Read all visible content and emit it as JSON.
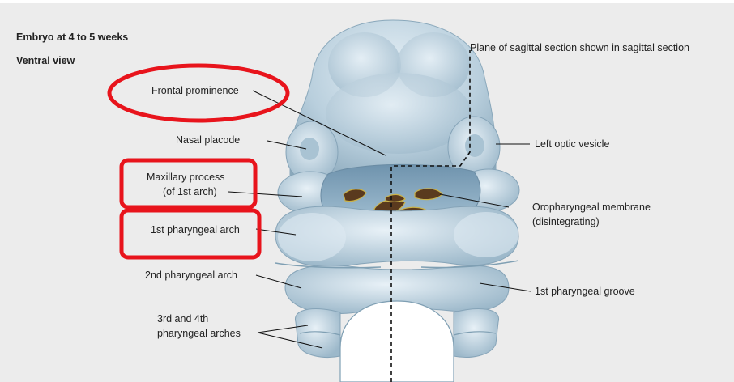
{
  "figure": {
    "title": "Embryo at 4 to 5 weeks",
    "subtitle": "Ventral view"
  },
  "labels": {
    "frontal_prominence": "Frontal prominence",
    "nasal_placode": "Nasal placode",
    "maxillary_process_line1": "Maxillary process",
    "maxillary_process_line2": "(of 1st arch)",
    "first_pharyngeal_arch": "1st pharyngeal arch",
    "second_pharyngeal_arch": "2nd pharyngeal arch",
    "third_fourth_arches_line1": "3rd and 4th",
    "third_fourth_arches_line2": "pharyngeal arches",
    "plane_of_section": "Plane of sagittal section shown in sagittal section",
    "left_optic_vesicle": "Left optic vesicle",
    "oropharyngeal_membrane_line1": "Oropharyngeal membrane",
    "oropharyngeal_membrane_line2": "(disintegrating)",
    "first_pharyngeal_groove": "1st pharyngeal groove"
  },
  "highlights": {
    "color": "#e8141c",
    "items": [
      "Frontal prominence",
      "Maxillary process (of 1st arch)",
      "1st pharyngeal arch"
    ]
  },
  "colors": {
    "background": "#ececec",
    "embryo_light": "#d8e6ef",
    "embryo_mid": "#a9c3d3",
    "embryo_dark": "#7f9fb3",
    "mouth": "#8fb0c8",
    "membrane": "#5a3a1e"
  }
}
